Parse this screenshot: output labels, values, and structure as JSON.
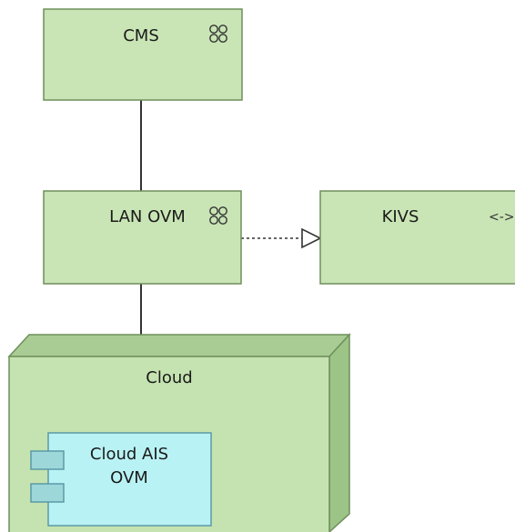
{
  "nodes": {
    "cms": {
      "label": "CMS",
      "icon": "network-icon"
    },
    "lan_ovm": {
      "label": "LAN OVM",
      "icon": "network-icon"
    },
    "kivs": {
      "label": "KIVS",
      "icon": "bidirectional-arrow-icon",
      "icon_text": "<->"
    },
    "cloud": {
      "label": "Cloud"
    },
    "cloud_ais": {
      "label_line1": "Cloud AIS",
      "label_line2": "OVM",
      "icon": "component-icon"
    }
  },
  "colors": {
    "node_fill": "#c9e5b5",
    "node_stroke": "#6f8f5c",
    "cloud_front": "#c5e3b0",
    "cloud_top": "#a8cc93",
    "cloud_side": "#9cc486",
    "component_fill": "#b9f2f4",
    "component_stroke": "#5a9aa6",
    "connector": "#333333"
  }
}
